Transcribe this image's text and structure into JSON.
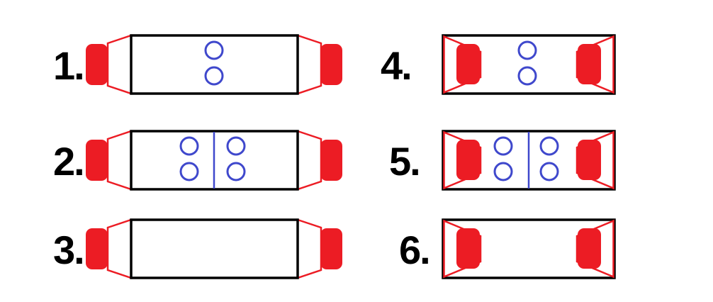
{
  "colors": {
    "speaker_red": "#ec1c24",
    "mic_blue": "#3f48cc",
    "outline_black": "#000000",
    "background": "#ffffff"
  },
  "diagrams": [
    {
      "label": "1.",
      "speaker_mount": "outside",
      "mic_circles": 2,
      "divider": false
    },
    {
      "label": "2.",
      "speaker_mount": "outside",
      "mic_circles": 4,
      "divider": true
    },
    {
      "label": "3.",
      "speaker_mount": "outside",
      "mic_circles": 0,
      "divider": false
    },
    {
      "label": "4.",
      "speaker_mount": "inside",
      "mic_circles": 2,
      "divider": false
    },
    {
      "label": "5.",
      "speaker_mount": "inside",
      "mic_circles": 4,
      "divider": true
    },
    {
      "label": "6.",
      "speaker_mount": "inside",
      "mic_circles": 0,
      "divider": false
    }
  ]
}
